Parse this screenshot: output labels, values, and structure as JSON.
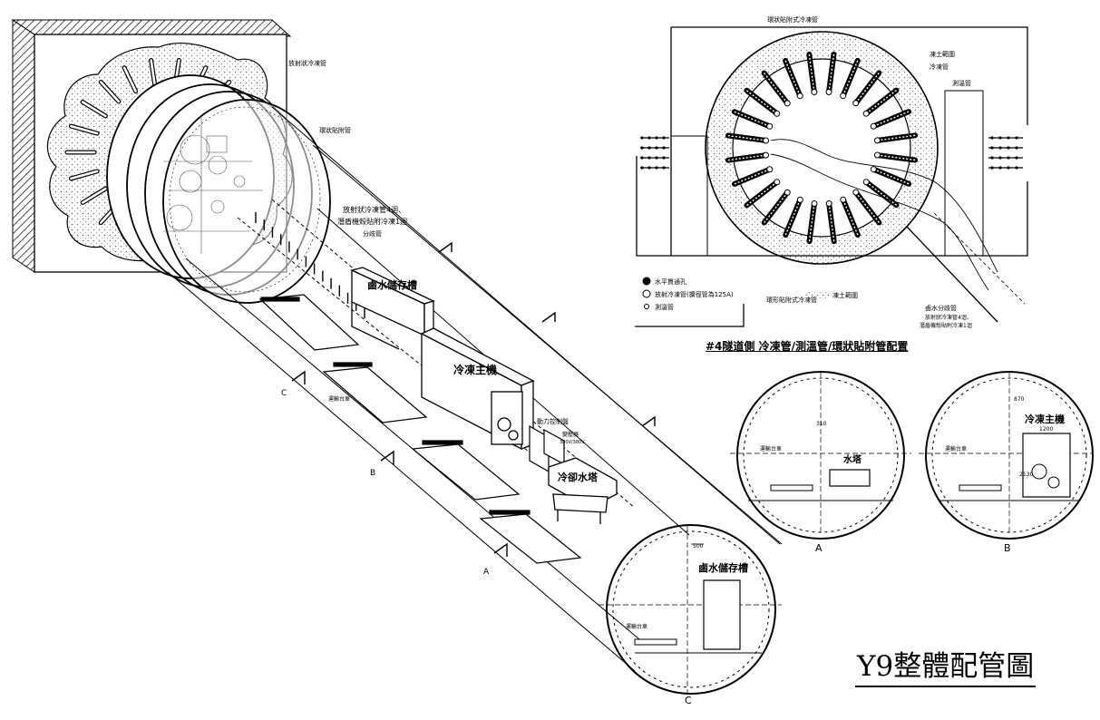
{
  "title": "Y9整體配管圖",
  "plan_title": "#4隧道側 冷凍管/測溫管/環狀貼附管配置",
  "main_view": {
    "radial_pipe_note": "放射狀冷凍管",
    "ring_pipe_note": "環狀貼附管",
    "install_note_line1": "放射狀冷凍管4迴、",
    "install_note_line2": "潛盾機殼貼附冷凍1迴",
    "branch_pipe": "分歧管",
    "brine_tank": "鹵水儲存槽",
    "chiller": "冷凍主機",
    "power_panel": "動力控制盤",
    "transformer": "變壓器",
    "transformer_spec": "380V/380V",
    "cooling_tower": "冷卻水塔",
    "transport_car": "運輸台車",
    "section_letters": [
      "C",
      "B",
      "A"
    ]
  },
  "plan_view": {
    "top_label": "環狀貼附式冷凍管",
    "bottom_label": "環形貼附式冷凍管",
    "label_frozen_range": "凍土範圍",
    "label_freeze_pipe": "冷凍管",
    "label_temp_pipe": "測溫管",
    "legend": [
      {
        "symbol": "filled",
        "text": "水平貫通孔"
      },
      {
        "symbol": "open",
        "text": "放射冷凍管(擴徑管為125A)"
      },
      {
        "symbol": "small",
        "text": "測溫管"
      }
    ],
    "legend_hatch": "凍土範圍",
    "brine_branch": "鹵水分歧管",
    "brine_note_line1": "放射狀冷凍管4迴、",
    "brine_note_line2": "潛盾機殼貼附冷凍1迴"
  },
  "sections": [
    {
      "letter": "A",
      "equip": "水塔",
      "dim": "310",
      "car": "運輸台車"
    },
    {
      "letter": "B",
      "equip": "冷凍主機",
      "dim_top": "870",
      "dim_width": "1200",
      "dim_height": "2130",
      "car": "運輸台車"
    },
    {
      "letter": "C",
      "equip": "鹵水儲存槽",
      "dim": "500",
      "car": "運輸台車"
    }
  ]
}
